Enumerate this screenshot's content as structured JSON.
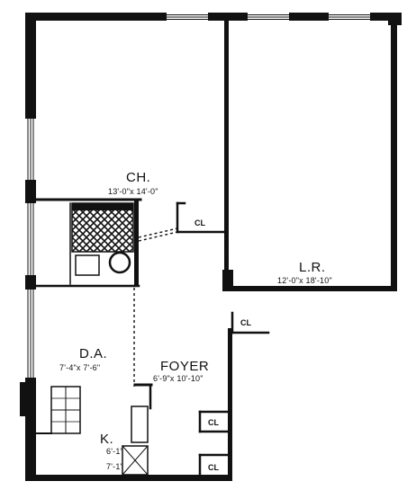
{
  "rooms": {
    "ch": {
      "name": "CH.",
      "dim": "13'-0\"x 14'-0\""
    },
    "lr": {
      "name": "L.R.",
      "dim": "12'-0\"x 18'-10\""
    },
    "da": {
      "name": "D.A.",
      "dim": "7'-4\"x 7'-6\""
    },
    "foyer": {
      "name": "FOYER",
      "dim": "6'-9\"x 10'-10\""
    },
    "k": {
      "name": "K.",
      "dim1": "6'-1\"",
      "dim2": "7'-1\""
    }
  },
  "closets": [
    "CL",
    "CL",
    "CL",
    "CL"
  ],
  "colors": {
    "wall": "#111111",
    "background": "#ffffff"
  }
}
